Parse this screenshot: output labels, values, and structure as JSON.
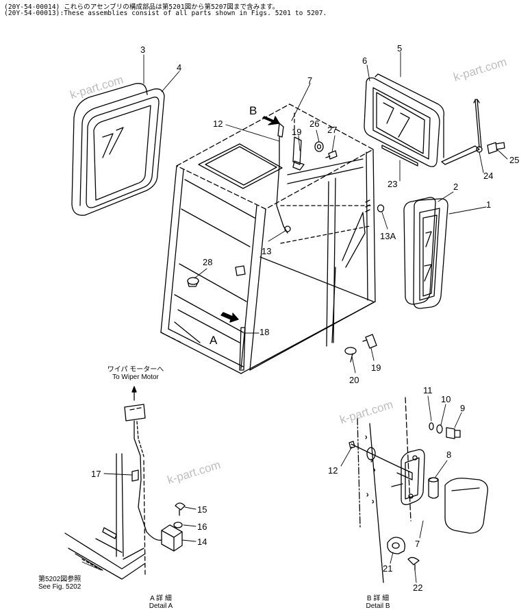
{
  "header": {
    "line1": "(20Y-54-00014) これらのアセンブリの構成部品は第5201図から第5207図まで含みます。",
    "line2": "(20Y-54-00013):These assemblies consist of all parts shown in Figs. 5201 to 5207."
  },
  "watermark": "k-part.com",
  "callouts": {
    "p1": "1",
    "p2": "2",
    "p3": "3",
    "p4": "4",
    "p5": "5",
    "p6": "6",
    "p7": "7",
    "p12": "12",
    "p13": "13",
    "p13a": "13A",
    "p18": "18",
    "p19": "19",
    "p20": "20",
    "p23": "23",
    "p24": "24",
    "p25": "25",
    "p26": "26",
    "p27": "27",
    "p28": "28",
    "view_a": "A",
    "view_b": "B"
  },
  "detail_a": {
    "to_wiper_jp": "ワイパ モーターへ",
    "to_wiper_en": "To Wiper Motor",
    "see_fig_jp": "第5202図参照",
    "see_fig_en": "See Fig. 5202",
    "title_jp": "A 詳 細",
    "title_en": "Detail A",
    "p14": "14",
    "p15": "15",
    "p16": "16",
    "p17": "17"
  },
  "detail_b": {
    "title_jp": "B 詳 細",
    "title_en": "Detail B",
    "p7": "7",
    "p8": "8",
    "p9": "9",
    "p10": "10",
    "p11": "11",
    "p12": "12",
    "p21": "21",
    "p22": "22"
  }
}
